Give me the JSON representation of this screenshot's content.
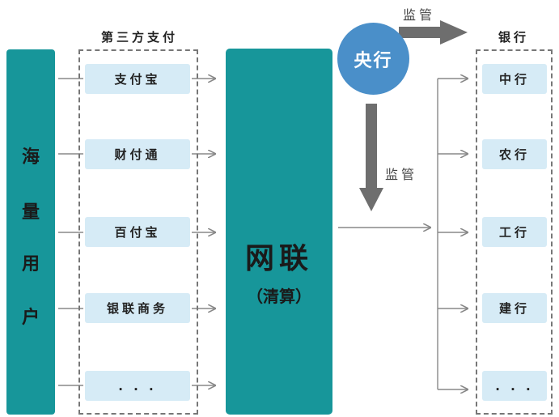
{
  "titles": {
    "third_party": "第三方支付",
    "banks": "银行"
  },
  "users": {
    "chars": [
      "海",
      "量",
      "用",
      "户"
    ]
  },
  "providers": [
    "支付宝",
    "财付通",
    "百付宝",
    "银联商务",
    ". . ."
  ],
  "netsunion": {
    "title": "网联",
    "subtitle": "（清算）"
  },
  "pboc": {
    "label": "央行"
  },
  "supervision": {
    "top_label": "监管",
    "down_label": "监管"
  },
  "banks": [
    "中行",
    "农行",
    "工行",
    "建行",
    ". . ."
  ],
  "colors": {
    "teal": "#17969a",
    "pill": "#d6ebf6",
    "pboc_blue": "#4a8fc9",
    "arrow_gray": "#6e6e6e",
    "line_gray": "#888888"
  }
}
